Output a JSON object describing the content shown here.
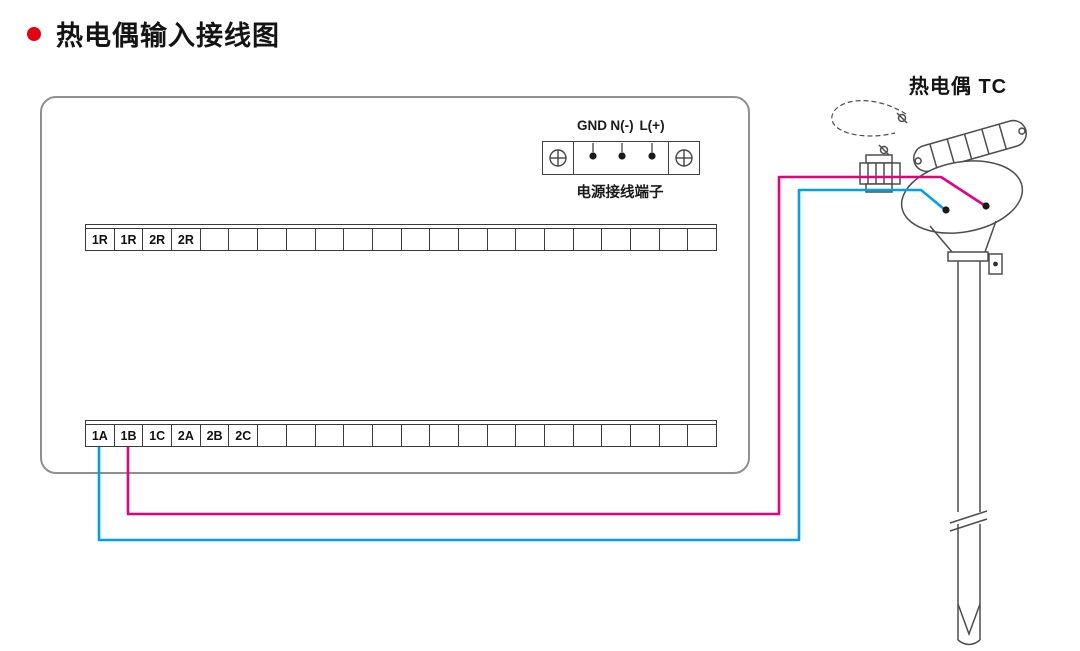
{
  "title": {
    "text": "热电偶输入接线图",
    "bullet_color": "#e60012"
  },
  "power_terminal": {
    "labels": [
      "GND",
      "N(-)",
      "L(+)"
    ],
    "caption": "电源接线端子"
  },
  "upper_strip": {
    "cells": [
      "1R",
      "1R",
      "2R",
      "2R",
      "",
      "",
      "",
      "",
      "",
      "",
      "",
      "",
      "",
      "",
      "",
      "",
      "",
      "",
      "",
      "",
      "",
      ""
    ]
  },
  "lower_strip": {
    "cells": [
      "1A",
      "1B",
      "1C",
      "2A",
      "2B",
      "2C",
      "",
      "",
      "",
      "",
      "",
      "",
      "",
      "",
      "",
      "",
      "",
      "",
      "",
      "",
      "",
      ""
    ]
  },
  "thermocouple": {
    "label": "热电偶 TC"
  },
  "wires": {
    "positive_color": "#e6007e",
    "negative_color": "#00a0e9"
  }
}
